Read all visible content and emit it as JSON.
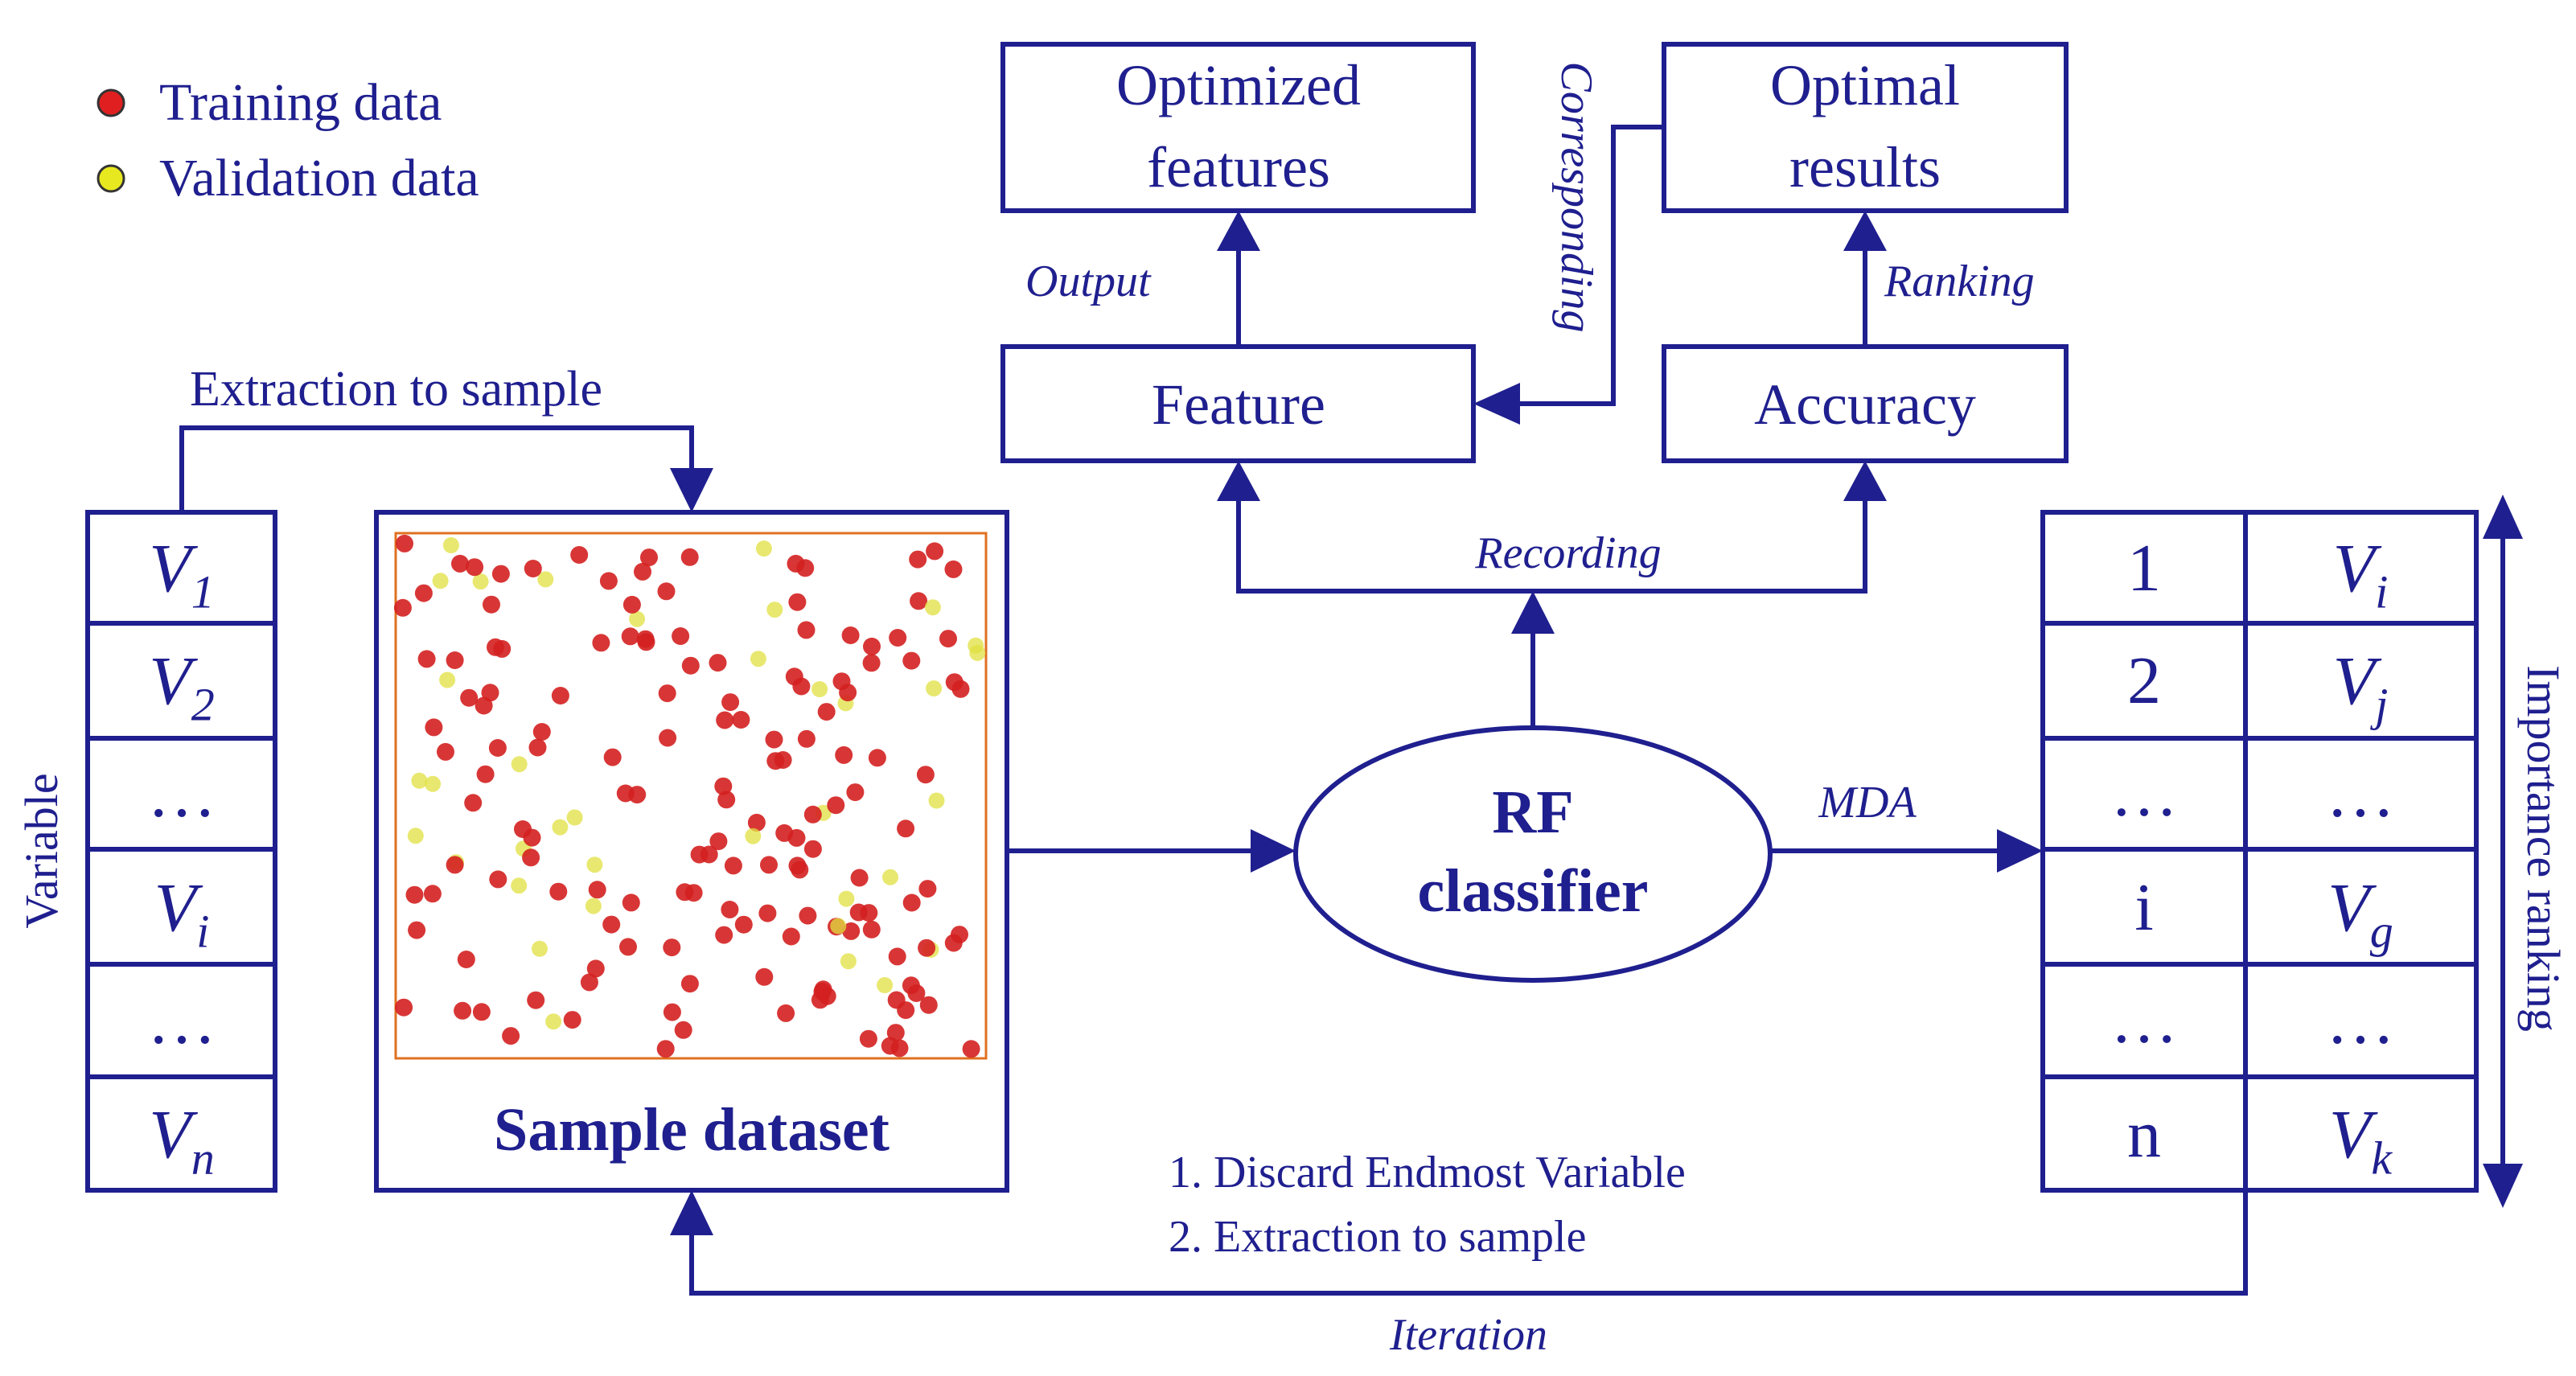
{
  "legend": {
    "items": [
      {
        "label": "Training data",
        "color": "#e02020"
      },
      {
        "label": "Validation data",
        "color": "#e8e820"
      }
    ]
  },
  "boxes": {
    "optimized_features": [
      "Optimized",
      "features"
    ],
    "optimal_results": [
      "Optimal",
      "results"
    ],
    "feature": "Feature",
    "accuracy": "Accuracy",
    "rf_classifier": [
      "RF",
      "classifier"
    ],
    "sample_dataset": "Sample dataset"
  },
  "labels": {
    "output": "Output",
    "ranking": "Ranking",
    "corresponding": "Corresponding",
    "recording": "Recording",
    "extraction": "Extraction to sample",
    "mda": "MDA",
    "variable": "Variable",
    "importance_ranking": "Importance ranking",
    "step1": "1. Discard Endmost Variable",
    "step2": "2. Extraction to sample",
    "iteration": "Iteration"
  },
  "variables": [
    {
      "base": "V",
      "sub": "1"
    },
    {
      "base": "V",
      "sub": "2"
    },
    {
      "base": "…",
      "sub": ""
    },
    {
      "base": "V",
      "sub": "i"
    },
    {
      "base": "…",
      "sub": ""
    },
    {
      "base": "V",
      "sub": "n"
    }
  ],
  "ranking_table": {
    "ranks": [
      "1",
      "2",
      "…",
      "i",
      "…",
      "n"
    ],
    "vars": [
      {
        "base": "V",
        "sub": "i"
      },
      {
        "base": "V",
        "sub": "j"
      },
      {
        "base": "…",
        "sub": ""
      },
      {
        "base": "V",
        "sub": "g"
      },
      {
        "base": "…",
        "sub": ""
      },
      {
        "base": "V",
        "sub": "k"
      }
    ]
  },
  "colors": {
    "line": "#1f1f8f",
    "training_dot": "#d42020",
    "validation_dot": "#e0e040",
    "sample_border": "#e07020"
  }
}
